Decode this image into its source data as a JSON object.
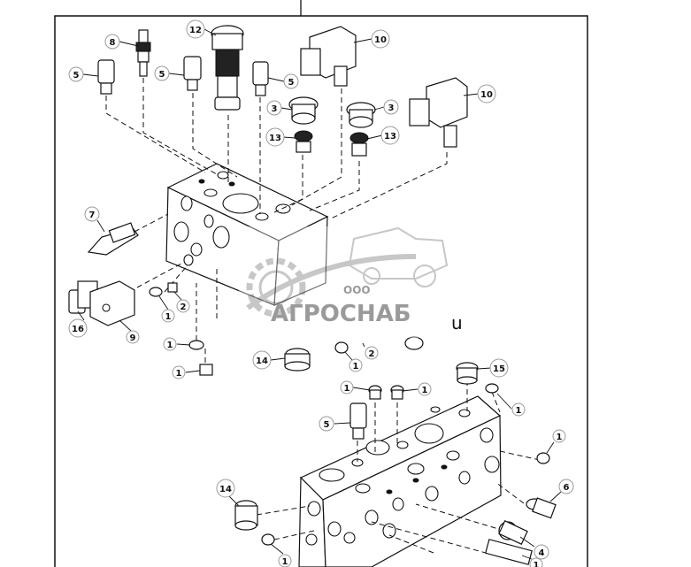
{
  "callouts": {
    "c1": "1",
    "c2": "2",
    "c3": "3",
    "c4": "4",
    "c5": "5",
    "c6": "6",
    "c7": "7",
    "c8": "8",
    "c9": "9",
    "c10": "10",
    "c12": "12",
    "c13": "13",
    "c14": "14",
    "c15": "15",
    "c16": "16"
  },
  "watermark": {
    "company_prefix": "ООО",
    "company_name": "АГРОСНАБ",
    "suffix": "u"
  },
  "colors": {
    "line": "#111111",
    "callout_border": "#9a9a9a",
    "watermark": "#9a9a9a"
  }
}
